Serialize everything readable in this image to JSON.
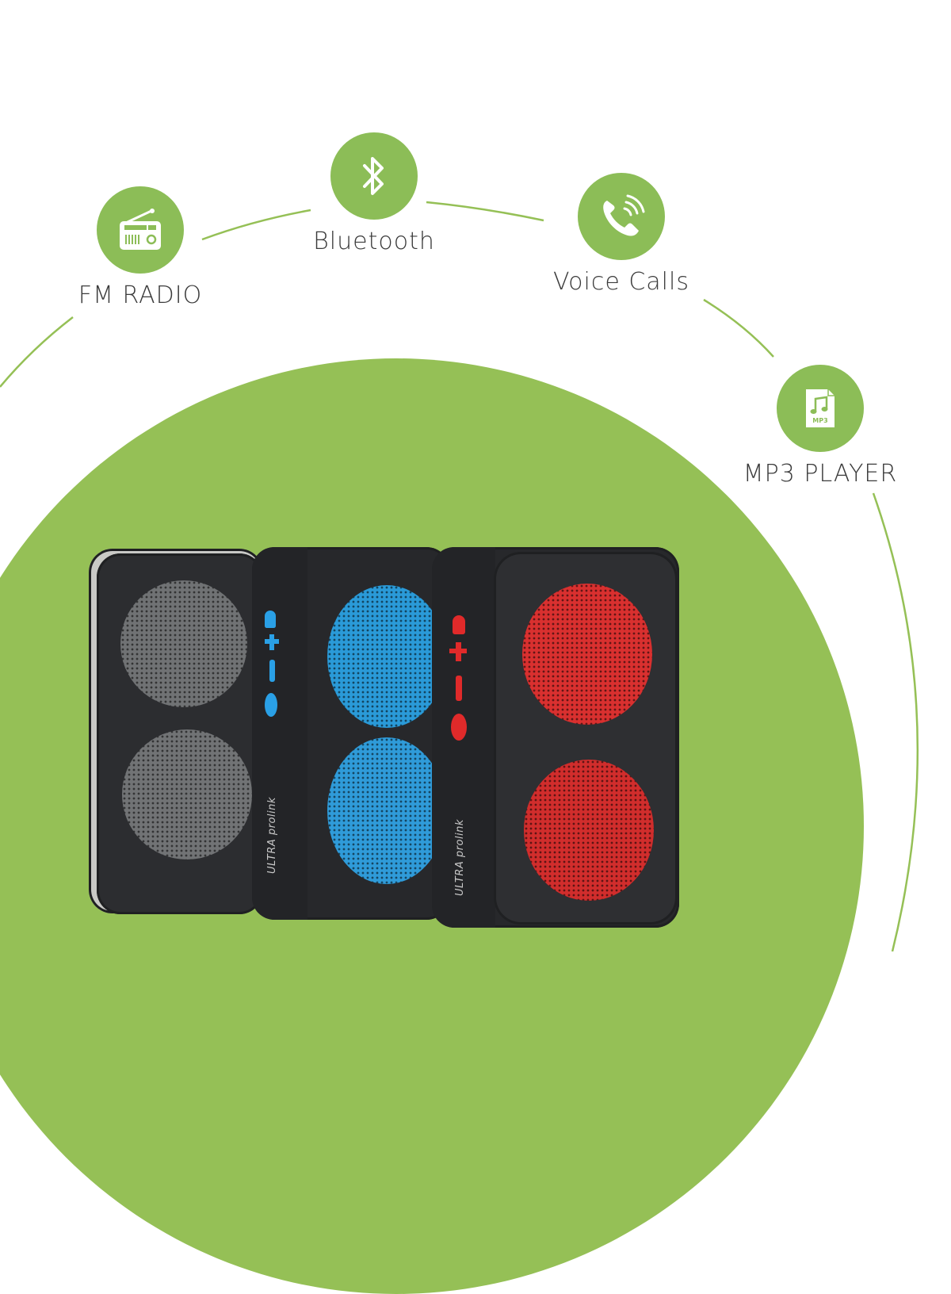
{
  "colors": {
    "accent_green": "#95c056",
    "icon_green": "#8cbd57",
    "label_text": "#3b3b3b",
    "speaker_body": "#2c2d30",
    "grille_grey": "#707274",
    "grille_blue": "#2a9ad8",
    "grille_red": "#d9302f"
  },
  "features": [
    {
      "label": "FM RADIO",
      "icon": "radio-icon"
    },
    {
      "label": "Bluetooth",
      "icon": "bluetooth-icon"
    },
    {
      "label": "Voice Calls",
      "icon": "phone-call-icon"
    },
    {
      "label": "MP3 PLAYER",
      "icon": "mp3-file-icon",
      "icon_text": "MP3"
    }
  ],
  "product": {
    "brand": "ULTRA prolink",
    "speakers": [
      {
        "color": "grey"
      },
      {
        "color": "blue"
      },
      {
        "color": "red"
      }
    ]
  }
}
